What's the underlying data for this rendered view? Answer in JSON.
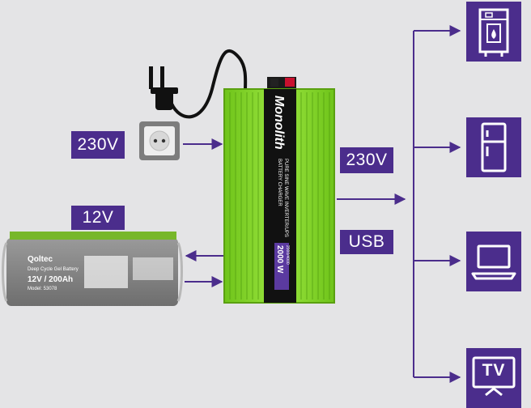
{
  "labels": {
    "ac_input": "230V",
    "dc_input": "12V",
    "ac_output": "230V",
    "usb_output": "USB"
  },
  "inverter": {
    "brand": "Monolith",
    "description_line1": "PURE SINE WAVE INVERTER/UPS",
    "description_line2": "BATTERY CHARGER",
    "power_badge": "2000 W",
    "model_line": "2000/4000"
  },
  "battery": {
    "brand": "Qoltec",
    "type": "Deep Cycle Gel Battery",
    "rating": "12V / 200Ah",
    "model": "Model: 53078"
  },
  "appliances": [
    {
      "name": "boiler",
      "icon": "boiler-icon"
    },
    {
      "name": "fridge",
      "icon": "fridge-icon"
    },
    {
      "name": "laptop",
      "icon": "laptop-icon"
    },
    {
      "name": "tv",
      "icon": "tv-icon",
      "text": "TV"
    }
  ],
  "colors": {
    "accent": "#4b2d8c",
    "inverter_green": "#7ed321",
    "battery_gray": "#8a8a8a",
    "background": "#e4e4e6"
  }
}
